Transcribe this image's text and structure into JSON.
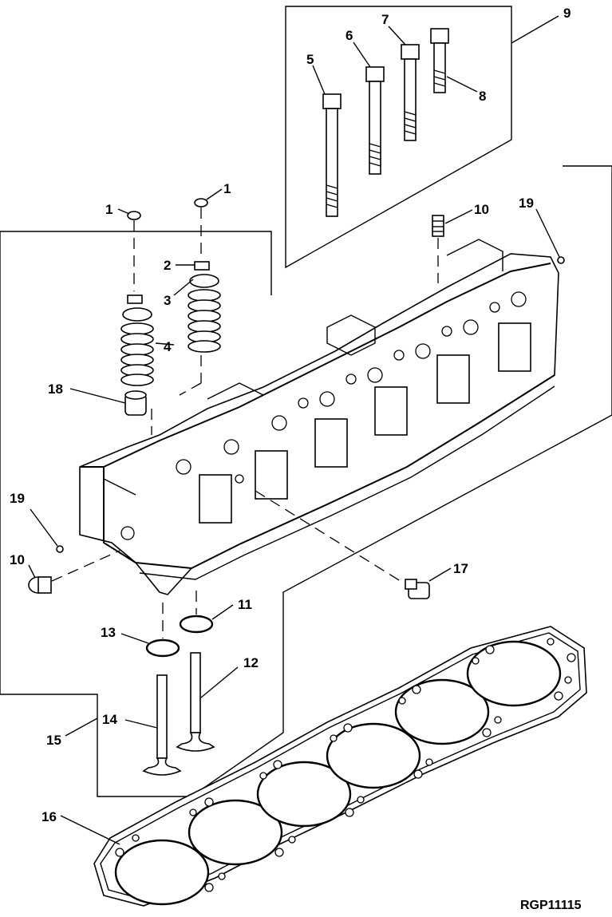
{
  "figure": {
    "reference_code": "RGP11115",
    "callouts": {
      "c1a": "1",
      "c1b": "1",
      "c2": "2",
      "c3": "3",
      "c4": "4",
      "c5": "5",
      "c6": "6",
      "c7": "7",
      "c8": "8",
      "c9": "9",
      "c10a": "10",
      "c10b": "10",
      "c11": "11",
      "c12": "12",
      "c13": "13",
      "c14": "14",
      "c15": "15",
      "c16": "16",
      "c17": "17",
      "c18": "18",
      "c19a": "19",
      "c19b": "19"
    }
  }
}
